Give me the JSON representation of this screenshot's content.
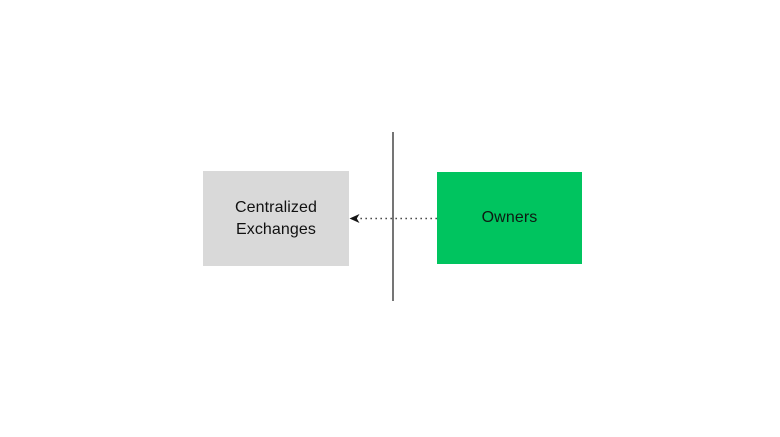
{
  "diagram": {
    "left_node": {
      "label": "Centralized Exchanges",
      "fill": "#d9d9d9",
      "text_color": "#111111"
    },
    "right_node": {
      "label": "Owners",
      "fill": "#00c45f",
      "text_color": "#0d1b12"
    },
    "divider": {
      "color": "#757575"
    },
    "arrow": {
      "style": "dotted",
      "direction": "right-to-left",
      "line_color": "#4a4a4a",
      "head_color": "#161616"
    }
  }
}
